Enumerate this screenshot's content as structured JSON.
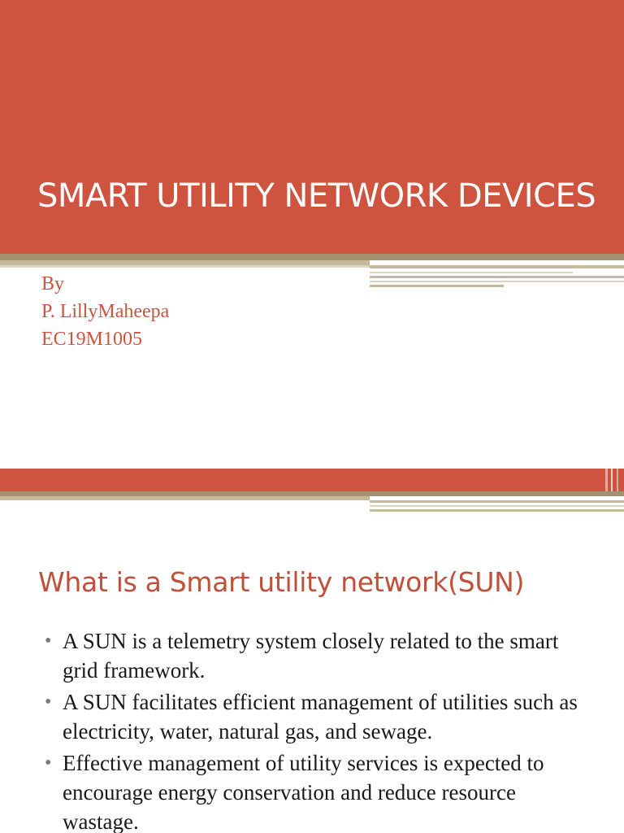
{
  "slide1": {
    "title": "SMART UTILITY NETWORK DEVICES",
    "subtitle_lines": [
      "By",
      "P. LillyMaheepa",
      "EC19M1005"
    ]
  },
  "slide2": {
    "heading": "What is a Smart utility network(SUN)",
    "bullets": [
      "A SUN is a telemetry system closely related to the smart grid framework.",
      "A SUN facilitates efficient management of utilities such as electricity, water, natural gas, and sewage.",
      "Effective management of utility services is expected to encourage energy conservation and reduce resource wastage."
    ]
  },
  "colors": {
    "accent": "#CF543F",
    "heading": "#C0503A",
    "stripe": "#C7B89E",
    "stripe_dark": "#A59272",
    "body_text": "#1a1a1a"
  }
}
